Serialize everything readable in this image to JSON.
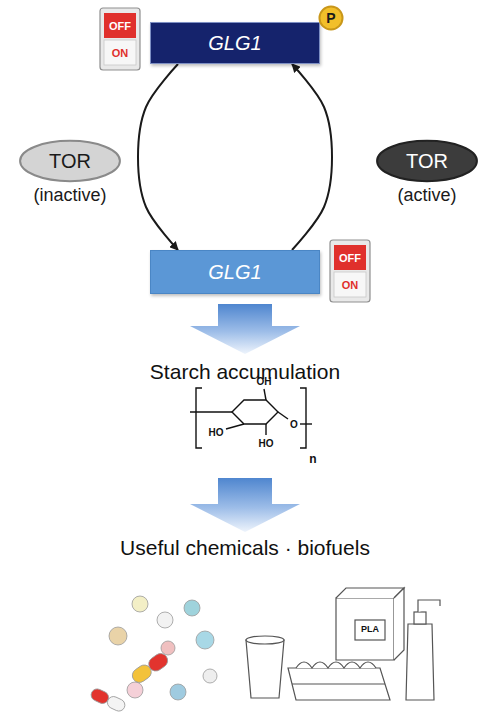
{
  "diagram": {
    "nodes": [
      {
        "text": [
          "GLG1"
        ]
      },
      {
        "text": [
          "P"
        ]
      },
      {
        "text": [
          "TOR",
          "(inactive)"
        ]
      },
      {
        "text": [
          "TOR",
          "(active)"
        ]
      },
      {
        "text": [
          "GLG1"
        ]
      }
    ],
    "edges": [
      {
        "from": 0,
        "to": 4,
        "arrow": "to"
      },
      {
        "from": 4,
        "to": 0,
        "arrow": "to"
      }
    ],
    "labels": [
      "OFF",
      "ON",
      "OFF",
      "ON",
      "Starch accumulation",
      "OH",
      "HO",
      "HO",
      "O",
      "n",
      "Useful chemicals · biofuels",
      "PLA"
    ]
  }
}
